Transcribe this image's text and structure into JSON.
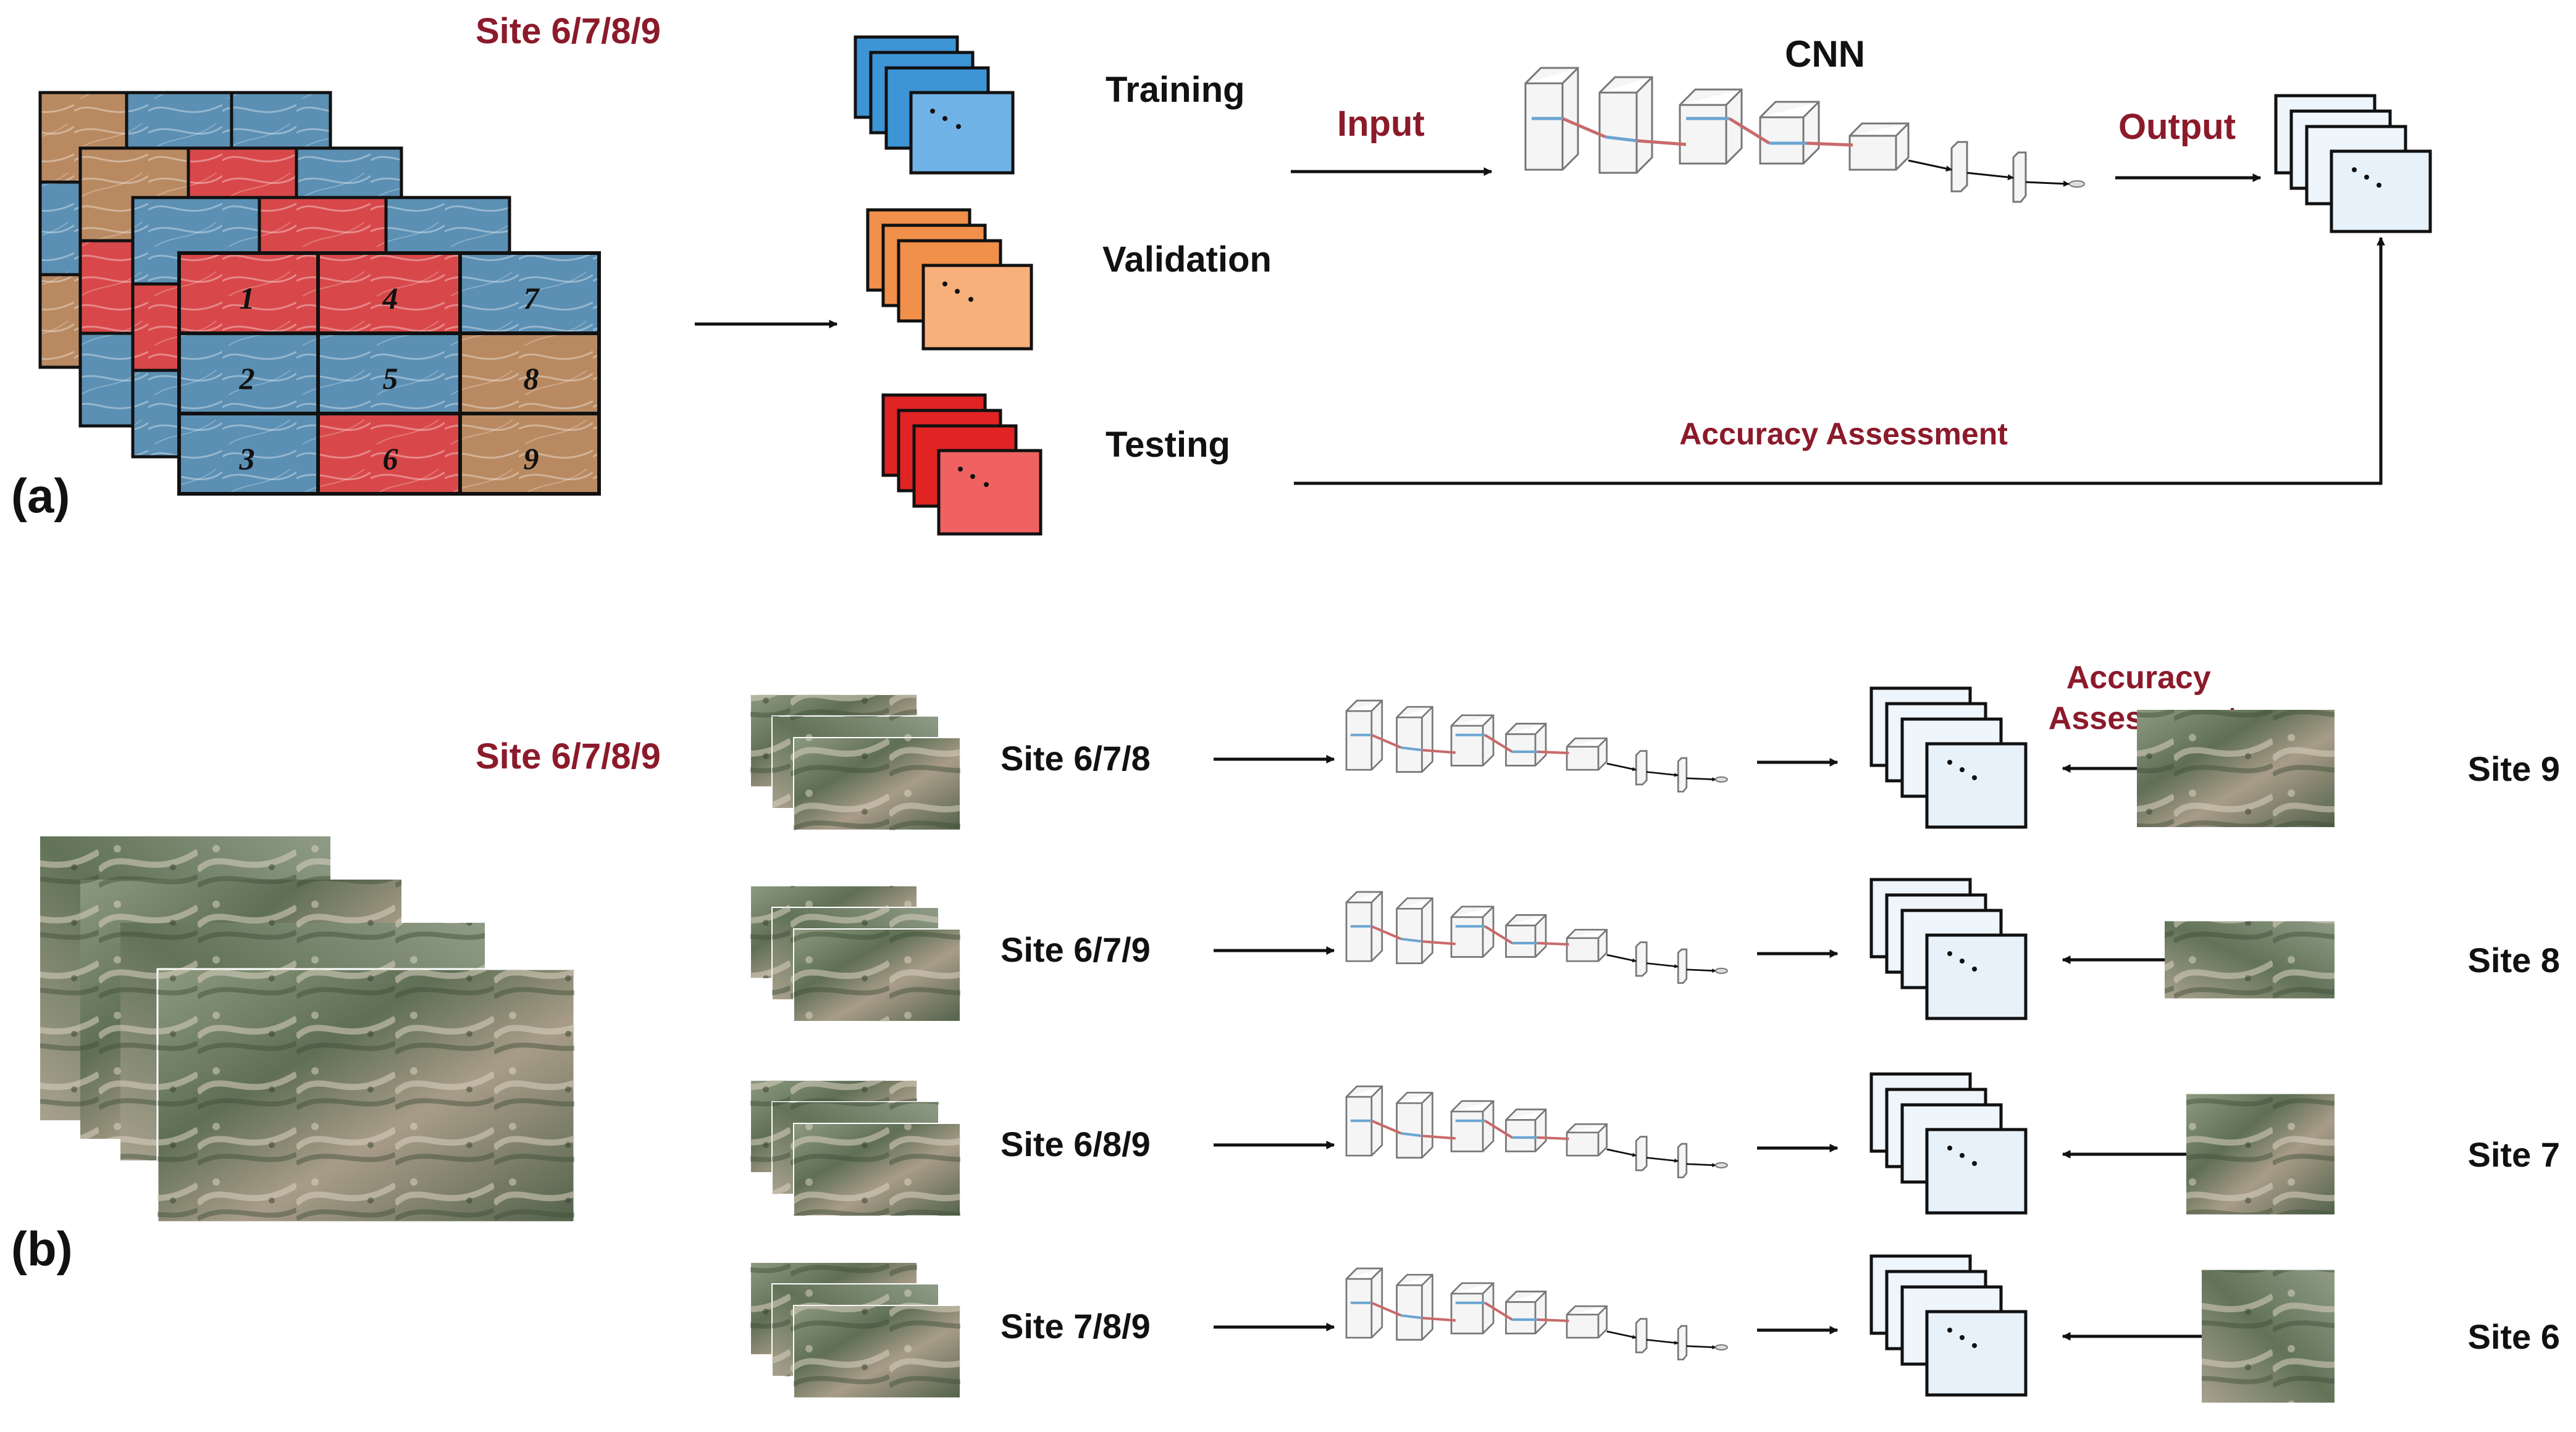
{
  "panel_a": {
    "letter": "(a)",
    "site_title": "Site 6/7/8/9",
    "tile_numbers": [
      "1",
      "2",
      "3",
      "4",
      "5",
      "6",
      "7",
      "8",
      "9"
    ],
    "split_labels": {
      "training": "Training",
      "validation": "Validation",
      "testing": "Testing"
    },
    "cnn_label": "CNN",
    "input_label": "Input",
    "output_label": "Output",
    "accuracy_label": "Accuracy Assessment"
  },
  "panel_b": {
    "letter": "(b)",
    "site_title": "Site 6/7/8/9",
    "accuracy_label": "Accuracy\nAssessment",
    "rows": [
      {
        "train_sites": "Site 6/7/8",
        "test_site": "Site 9"
      },
      {
        "train_sites": "Site 6/7/9",
        "test_site": "Site 8"
      },
      {
        "train_sites": "Site 6/8/9",
        "test_site": "Site 7"
      },
      {
        "train_sites": "Site 7/8/9",
        "test_site": "Site 6"
      }
    ]
  },
  "colors": {
    "dark_red_text": "#8b1a2b",
    "tile_blue": "#5b8fb3",
    "tile_red": "#d8484a",
    "tile_brown": "#b98a62",
    "training_blue": "#3d95d6",
    "validation_orange": "#f5a05a",
    "testing_red": "#e63a3a",
    "output_light_blue": "#e6f1fa"
  }
}
